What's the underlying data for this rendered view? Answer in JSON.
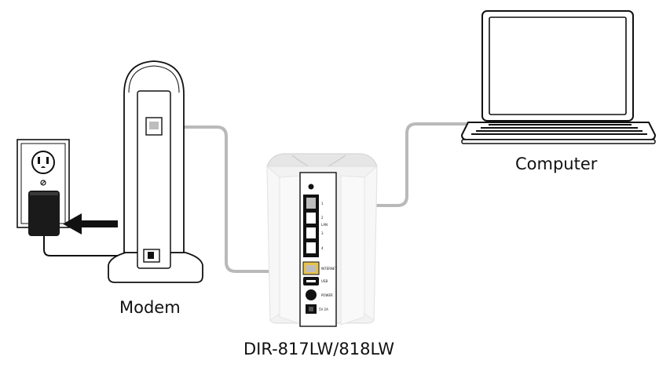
{
  "labels": {
    "modem": "Modem",
    "computer": "Computer",
    "router": "DIR-817LW/818LW"
  },
  "router_ports": {
    "port_1": "1",
    "port_2": "2",
    "lan": "LAN",
    "port_3": "3",
    "port_4": "4",
    "internet": "INTERNET",
    "usb": "USB",
    "power": "POWER",
    "dc_in": "5V 2A"
  },
  "colors": {
    "outline": "#111111",
    "cable": "#b9b9b9",
    "router_body": "#f2f2f2",
    "router_top": "#e6e6e6",
    "internet_port": "#e8c24a"
  },
  "icons": {
    "outlet": "power-outlet-icon",
    "adapter": "power-adapter-icon",
    "arrow": "arrow-left-icon"
  }
}
